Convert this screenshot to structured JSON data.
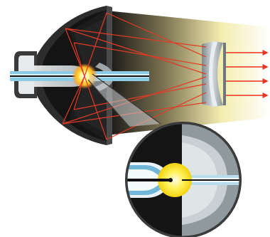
{
  "diagram": {
    "colors": {
      "background": "#ffffff",
      "reflector_dark": "#151515",
      "reflector_rim": "#3a3a3a",
      "bulb_glass": "#d8dcdf",
      "ray_red": "#e23a24",
      "arrow_red": "#e8311f",
      "beam_yellow": "#f7f0b0",
      "arc_core": "#fff37a",
      "arc_glow": "#ffd23a",
      "electrode_blue": "#7fc4e0",
      "electrode_dark": "#1a1a1a",
      "lens_gray": "#9aa3a8",
      "lens_light": "#cfd6da"
    },
    "components": {
      "reflector": "elliptical-reflector",
      "lamp": "arc-lamp-bulb",
      "arc": "arc-light-source",
      "lens": "condenser-lens",
      "inset": "magnified-arc-view",
      "rays": "reflected-light-rays"
    },
    "output_ray_count": 4
  }
}
